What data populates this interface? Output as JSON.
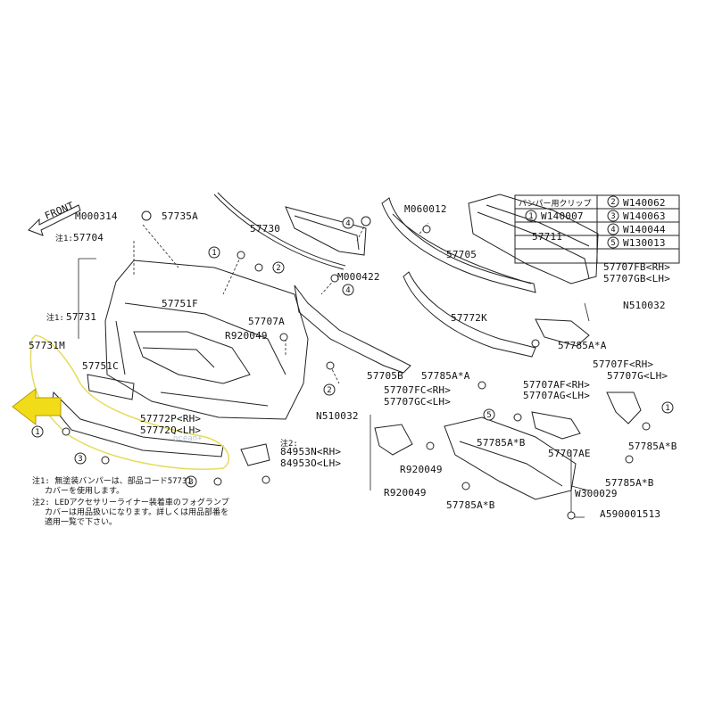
{
  "front_label": "FRONT",
  "diagram_code": "A590001513",
  "parts": {
    "p1": "M000314",
    "p2": "57735A",
    "p3": "57730",
    "p4": "M060012",
    "p5": "57711",
    "p6": "57704",
    "p7": "57705",
    "p8": "M000422",
    "p9": "57751F",
    "p10": "57707A",
    "p11": "57731",
    "p12": "R920049",
    "p13": "57731M",
    "p14": "57751C",
    "p15": "57772K",
    "p16": "57705B",
    "p17": "57785A*A",
    "p18": "57785A*A",
    "p19": "57707FB<RH>",
    "p20": "57707GB<LH>",
    "p21": "N510032",
    "p22": "57707F<RH>",
    "p23": "57707G<LH>",
    "p24": "57707FC<RH>",
    "p25": "57707GC<LH>",
    "p26": "57707AF<RH>",
    "p27": "57707AG<LH>",
    "p28": "57772P<RH>",
    "p29": "57772Q<LH>",
    "p30": "N510032",
    "p31": "84953N<RH>",
    "p32": "84953O<LH>",
    "p33": "R920049",
    "p34": "57785A*B",
    "p35": "57707AE",
    "p36": "57785A*B",
    "p37": "57785A*B",
    "p38": "W300029",
    "p39": "R920049",
    "p40": "57785A*B"
  },
  "note_prefix_1": "注1:",
  "note_prefix_1b": "注1:",
  "note_prefix_2": "注2:",
  "clip_table": {
    "header": "バンパー用クリップ",
    "rows": [
      {
        "n": "1",
        "code": "W140007"
      },
      {
        "n": "2",
        "code": "W140062"
      },
      {
        "n": "3",
        "code": "W140063"
      },
      {
        "n": "4",
        "code": "W140044"
      },
      {
        "n": "5",
        "code": "W130013"
      }
    ]
  },
  "footnotes": [
    "注1: 無塗装バンパーは、部品コード57731",
    "カバーを使用します。",
    "注2: LEDアクセサリーライナー装着車のフォグランプ",
    "カバーは用品扱いになります。詳しくは用品部番を",
    "適用一覧で下さい。"
  ],
  "watermark": "ocean+"
}
